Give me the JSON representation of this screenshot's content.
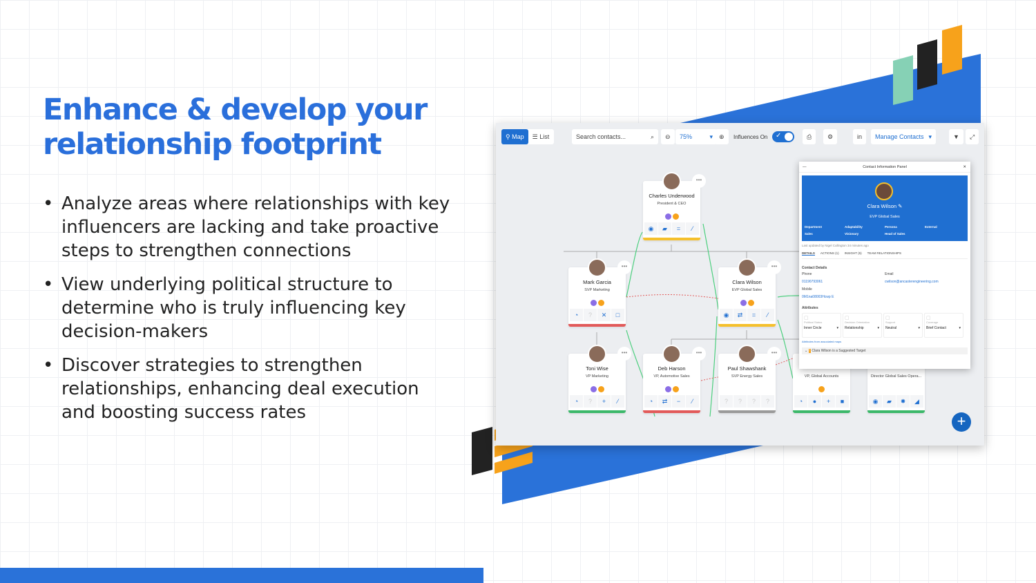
{
  "slide": {
    "title": "Enhance & develop your relationship footprint",
    "bullets": [
      "Analyze areas where relationships with key influencers are lacking and take proactive steps to strengthen connections",
      "View underlying political structure to determine who is truly influencing key decision-makers",
      "Discover strategies to strengthen relationships, enhancing deal execution and boosting success rates"
    ],
    "accent": "#2a6fdb"
  },
  "toolbar": {
    "map": "Map",
    "list": "List",
    "search_placeholder": "Search contacts...",
    "zoom": "75%",
    "influences": "Influences On",
    "manage": "Manage Contacts"
  },
  "nodes": [
    {
      "name": "Charles Underwood",
      "title": "President & CEO",
      "bar": "#f5c02c",
      "acts": [
        "◉",
        "▰",
        "=",
        "⁄"
      ]
    },
    {
      "name": "Mark Garcia",
      "title": "SVP Marketing",
      "bar": "#e25a5a",
      "acts": [
        "◔",
        "?",
        "✕",
        "□"
      ]
    },
    {
      "name": "Clara Wilson",
      "title": "EVP Global Sales",
      "bar": "#f5c02c",
      "acts": [
        "◉",
        "⇄",
        "=",
        "⁄"
      ]
    },
    {
      "name": "Toni Wise",
      "title": "VP Marketing",
      "bar": "#3cb86a",
      "acts": [
        "◔",
        "?",
        "+",
        "⁄"
      ]
    },
    {
      "name": "Deb Harson",
      "title": "VP, Automotive Sales",
      "bar": "#e25a5a",
      "acts": [
        "◔",
        "⇄",
        "−",
        "⁄"
      ]
    },
    {
      "name": "Paul Shawshank",
      "title": "SVP Energy Sales",
      "bar": "#9a9a9a",
      "acts": [
        "?",
        "?",
        "?",
        "?"
      ]
    },
    {
      "name": "",
      "title": "VP, Global Accounts",
      "bar": "#3cb86a",
      "acts": [
        "◔",
        "●",
        "+",
        "■"
      ]
    },
    {
      "name": "",
      "title": "Director Global Sales Opera...",
      "bar": "#3cb86a",
      "acts": [
        "◉",
        "▰",
        "✸",
        "◢"
      ]
    }
  ],
  "panel": {
    "header": "Contact Information Panel",
    "name": "Clara Wilson",
    "title": "EVP Global Sales",
    "fields": [
      [
        "Department",
        "Sales"
      ],
      [
        "Adaptability",
        "Visionary"
      ],
      [
        "Persona",
        "Head of Sales"
      ],
      [
        "External",
        ""
      ]
    ],
    "updated": "Last updated by Nigel Cullington 34 minutes ago",
    "tabs": [
      "DETAILS",
      "ACTIONS (1)",
      "INSIGHT (5)",
      "TEAM RELATIONSHIPS"
    ],
    "contact_heading": "Contact Details",
    "phone_label": "Phone",
    "phone": "01190793061",
    "email_label": "Email",
    "email": "cwilson@ancasterengineering.com",
    "mobile_label": "Mobile",
    "mobile": "0M1na08003Hcwp E",
    "attributes_heading": "Attributes",
    "attributes": [
      [
        "Political Status",
        "Inner Circle"
      ],
      [
        "Decision Orientation",
        "Relationship"
      ],
      [
        "Support",
        "Neutral"
      ],
      [
        "Coverage",
        "Brief Contact"
      ]
    ],
    "assoc_link": "Attributes from associated maps",
    "suggested": "Clara Wilson is a Suggested Target"
  }
}
